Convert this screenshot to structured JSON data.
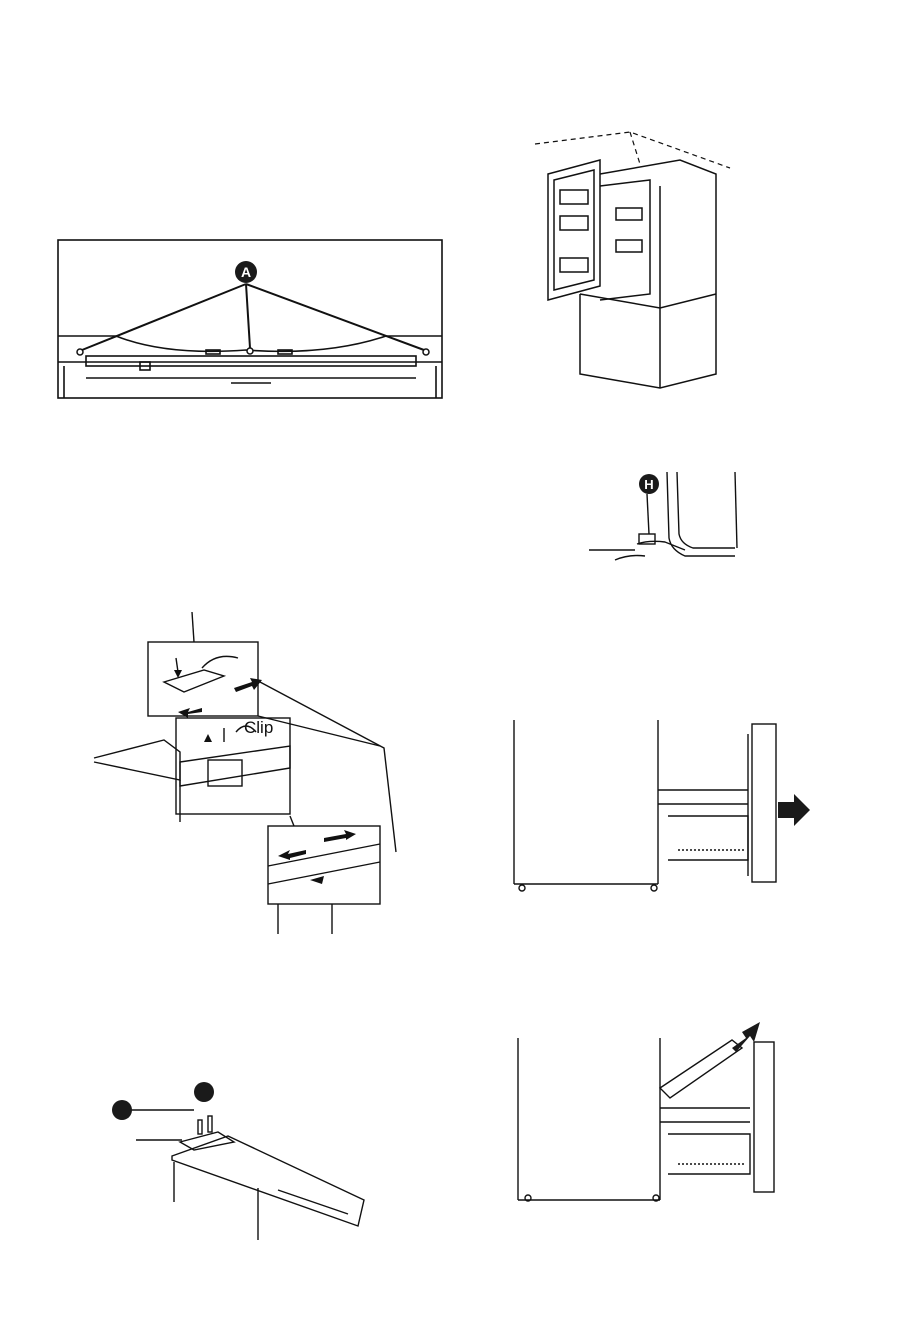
{
  "figures": {
    "top_view": {
      "callout": "A"
    },
    "fridge_open": {},
    "hinge_detail": {
      "callout": "H"
    },
    "water_line": {
      "clip_label": "Clip"
    },
    "drawer_pull": {},
    "top_hinge": {},
    "drawer_lift": {}
  },
  "colors": {
    "ink": "#111111",
    "badge": "#1a1a1a",
    "paper": "#ffffff"
  }
}
